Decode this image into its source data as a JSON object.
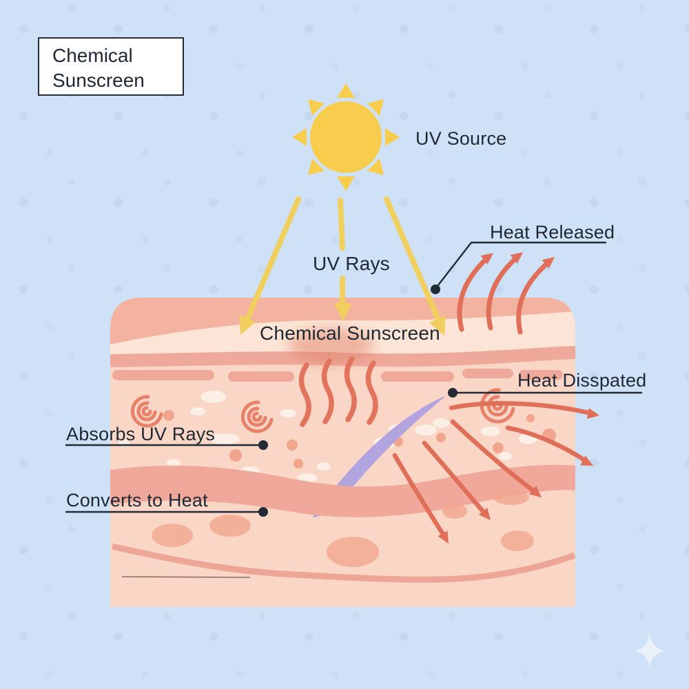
{
  "title_box": {
    "text": "Chemical\nSunscreen"
  },
  "labels": {
    "uv_source": "UV Source",
    "uv_rays": "UV Rays",
    "chemical_sunscreen": "Chemical Sunscreen",
    "heat_released": "Heat Released",
    "heat_disspated": "Heat Disspated",
    "absorbs_uv_rays": "Absorbs UV Rays",
    "converts_to_heat": "Converts to Heat"
  },
  "icons": {
    "sun_icon": "sun disc with 8 triangular rays",
    "uv_ray_arrow_icon": "yellow arrow pointing down into skin",
    "heat_release_arrow_icon": "red curved arrow rising from skin",
    "heat_dissipate_arrow_icon": "red curved arrow fanning out of skin",
    "swirl_icon": "spiral swirl inside skin",
    "heat_squiggle_icon": "wavy heat line inside skin",
    "hair_follicle_icon": "purple hair follicle",
    "sparkle_icon": "four-point sparkle"
  },
  "colors": {
    "background": "#cfe1f6",
    "sun": "#f8cd4d",
    "uv_arrow": "#f1cf5f",
    "heat_arrow": "#df6f58",
    "skin_top": "#f4b3a0",
    "skin_cream": "#fce5d6",
    "skin_granular": "#efa99b",
    "skin_main": "#f9d6c5",
    "dermis_band": "#efa89a",
    "follicle": "#b2a4df",
    "swirl": "#e8816a",
    "text": "#1f2733",
    "label_line": "#212a35"
  }
}
